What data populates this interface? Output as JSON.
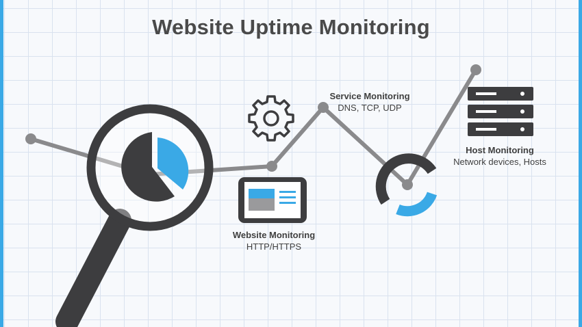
{
  "title": "Website Uptime Monitoring",
  "nodes": {
    "service": {
      "title": "Service Monitoring",
      "subtitle": "DNS, TCP, UDP"
    },
    "host": {
      "title": "Host Monitoring",
      "subtitle": "Network devices, Hosts"
    },
    "website": {
      "title": "Website Monitoring",
      "subtitle": "HTTP/HTTPS"
    }
  },
  "icons": [
    "magnifier-icon",
    "pie-chart-icon",
    "gear-icon",
    "tablet-icon",
    "server-icon",
    "ring-chart-icon"
  ],
  "colors": {
    "dark": "#3d3d3f",
    "line": "#8a8a8c",
    "accent": "#3aa9e6",
    "grid": "#d9e2ef"
  }
}
